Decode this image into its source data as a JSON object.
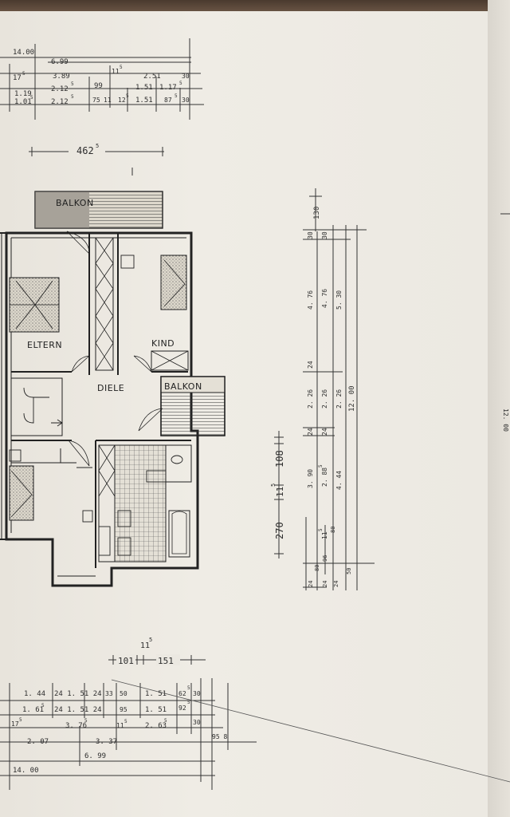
{
  "top_dims": {
    "r1": {
      "a": "14.00"
    },
    "r2": {
      "a": "6.99"
    },
    "r3": {
      "a": "17",
      "a_sup": "5",
      "b": "3.89",
      "c": "11",
      "c_sup": "5",
      "d": "2.51",
      "e": "30"
    },
    "r4": {
      "a": "1.19",
      "b": "2.12",
      "b_sup": "5",
      "c": "99",
      "d": "1.51",
      "e": "1.17",
      "e_sup": "5"
    },
    "r5": {
      "a": "1.01",
      "a_sup": "5",
      "b": "2.12",
      "b_sup": "5",
      "c": "75",
      "d": "11",
      "d_sup": "5",
      "e": "12",
      "e_sup": "5",
      "f": "1.51",
      "g": "87",
      "g_sup": "5",
      "h": "30"
    }
  },
  "width_dim": {
    "value": "462",
    "sup": "5"
  },
  "rooms": {
    "balkon_top": "BALKON",
    "eltern": "ELTERN",
    "kind": "KIND",
    "diele": "DIELE",
    "balkon_right": "BALKON"
  },
  "right_dims": {
    "top": "130",
    "c1": [
      "30",
      "4. 76",
      "24",
      "2. 26",
      "24",
      "3. 90",
      "24",
      "24"
    ],
    "c2": [
      "30",
      "4. 76",
      "2. 26",
      "2. 88",
      "11",
      "96",
      "24"
    ],
    "c3": [
      "5. 30",
      "2. 26",
      "4. 44",
      "24",
      "50"
    ],
    "c4": "12. 00",
    "sup_288": "5",
    "sup_11": "5",
    "small": [
      "80",
      "80",
      "96",
      "30"
    ]
  },
  "vertical_dim": {
    "a": "270",
    "b": "11",
    "b_sup": "5",
    "c": "108"
  },
  "bottom_small_dim": {
    "a": "101",
    "b": "11",
    "b_sup": "5",
    "c": "151"
  },
  "bottom_dims": {
    "r1": {
      "a": "1. 44",
      "b": "24 1. 51 24",
      "c": "33",
      "d": "50",
      "e": "1. 51",
      "f": "62",
      "f_sup": "5",
      "g": "30"
    },
    "r2": {
      "a": "1. 61",
      "a_sup": "5",
      "b": "24 1. 51 24",
      "c": "95",
      "d": "1. 51",
      "e": "92",
      "e_sup": "5"
    },
    "r3": {
      "a": "17",
      "a_sup": "5",
      "b": "3. 76",
      "b_sup": "5",
      "c": "11",
      "c_sup": "5",
      "d": "2. 63",
      "d_sup": "5",
      "e": "30"
    },
    "r4": {
      "a": "2. 07",
      "b": "3. 37",
      "c": "95 8"
    },
    "r5": {
      "a": "6. 99"
    },
    "r6": {
      "a": "14. 00"
    }
  },
  "edge_right": "12. 00"
}
